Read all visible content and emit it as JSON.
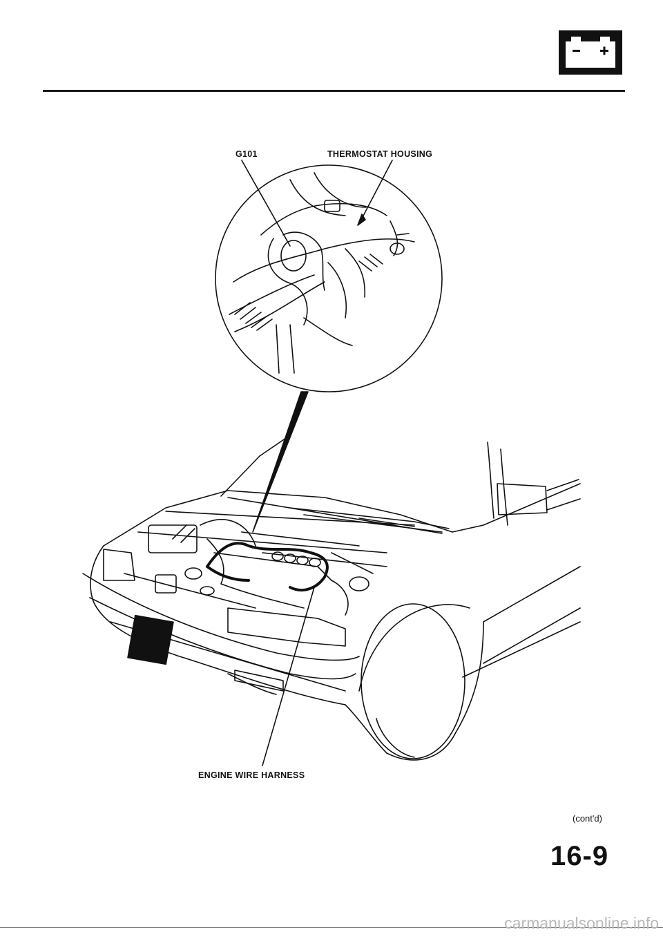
{
  "page": {
    "label_g101": "G101",
    "label_thermostat": "THERMOSTAT HOUSING",
    "label_harness": "ENGINE WIRE HARNESS",
    "contd": "(cont'd)",
    "page_number": "16-9",
    "watermark": "carmanualsonline.info",
    "battery_symbol": "- +"
  },
  "colors": {
    "ink": "#111111",
    "watermark": "#b9b9b9"
  }
}
